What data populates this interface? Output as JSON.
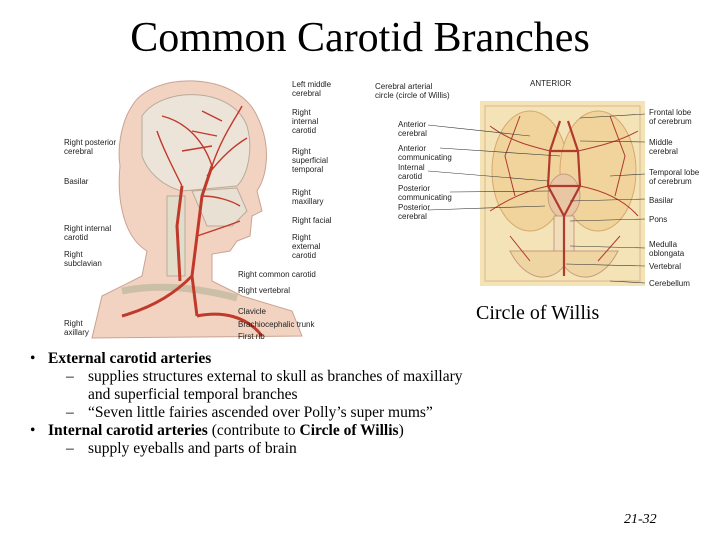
{
  "slide": {
    "title": "Common Carotid Branches",
    "page_number": "21-32"
  },
  "left_figure": {
    "left_labels": [
      "Right posterior\ncerebral",
      "Basilar",
      "Right internal\ncarotid",
      "Right\nsubclavian",
      "Right\naxillary"
    ],
    "right_labels": [
      "Left middle\ncerebral",
      "Right\ninternal\ncarotid",
      "Right\nsuperficial\ntemporal",
      "Right\nmaxillary",
      "Right facial",
      "Right\nexternal\ncarotid",
      "Right common carotid",
      "Right vertebral",
      "Clavicle",
      "Brachiocephalic trunk",
      "First rib"
    ]
  },
  "right_figure": {
    "inset_title": "Cerebral arterial\ncircle (circle of Willis)",
    "anterior_label": "ANTERIOR",
    "left_labels": [
      "Anterior\ncerebral",
      "Anterior\ncommunicating",
      "Internal\ncarotid",
      "Posterior\ncommunicating",
      "Posterior\ncerebral"
    ],
    "right_labels": [
      "Frontal lobe\nof cerebrum",
      "Middle\ncerebral",
      "Temporal lobe\nof cerebrum",
      "Basilar",
      "Pons",
      "Medulla\noblongata",
      "Vertebral",
      "Cerebellum"
    ],
    "caption": "Circle of Willis"
  },
  "bullets": [
    {
      "bold": "External carotid arteries",
      "rest": "",
      "subs": [
        "supplies structures external to skull as branches of maxillary and superficial temporal branches",
        "“Seven little fairies ascended over Polly’s super mums”"
      ]
    },
    {
      "bold": "Internal carotid  arteries",
      "rest": " (contribute to ",
      "bold2": "Circle of Willis",
      "rest2": ")",
      "subs": [
        "supply eyeballs and parts of brain"
      ]
    }
  ]
}
